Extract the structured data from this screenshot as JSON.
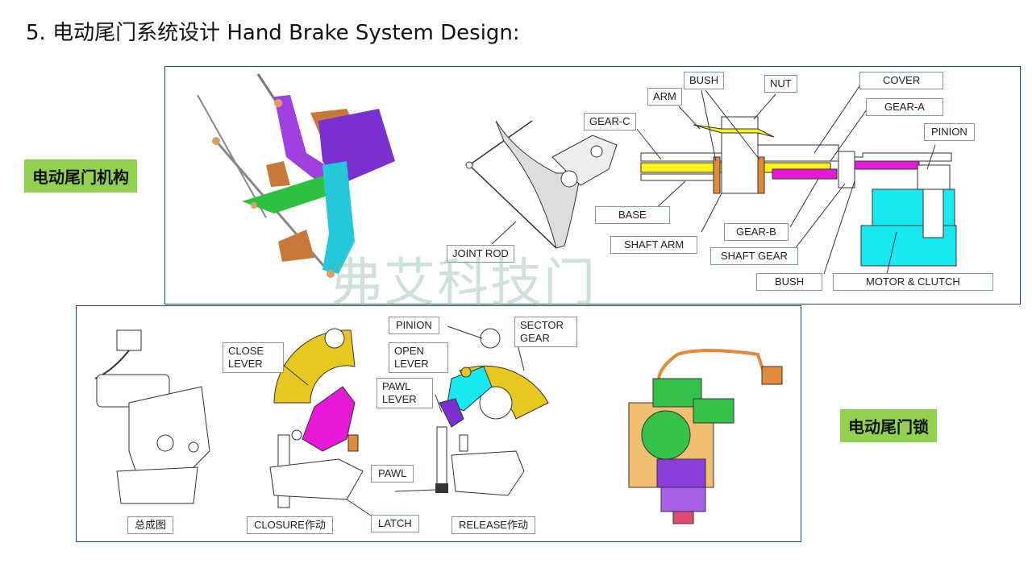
{
  "title": "5. 电动尾门系统设计 Hand Brake System Design:",
  "side_labels": {
    "mechanism": "电动尾门机构",
    "lock": "电动尾门锁"
  },
  "watermark": "弗艾科技门",
  "top_panel": {
    "labels": {
      "joint_rod": "JOINT ROD",
      "gear_c": "GEAR-C",
      "arm": "ARM",
      "bush_top": "BUSH",
      "nut": "NUT",
      "cover": "COVER",
      "gear_a": "GEAR-A",
      "pinion": "PINION",
      "base": "BASE",
      "shaft_arm": "SHAFT ARM",
      "gear_b": "GEAR-B",
      "shaft_gear": "SHAFT GEAR",
      "bush_bottom": "BUSH",
      "motor_clutch": "MOTOR & CLUTCH"
    }
  },
  "bottom_panel": {
    "labels": {
      "close_lever": "CLOSE LEVER",
      "pinion": "PINION",
      "sector_gear": "SECTOR GEAR",
      "open_lever": "OPEN LEVER",
      "pawl_lever": "PAWL LEVER",
      "pawl": "PAWL",
      "latch": "LATCH",
      "assembly": "总成图",
      "closure": "CLOSURE作动",
      "release": "RELEASE作动"
    }
  },
  "colors": {
    "label_green": "#92d050",
    "panel_border": "#1f4e5a",
    "yellow_part": "#f5f51a",
    "magenta_part": "#e619d6",
    "cyan_part": "#18e8f0",
    "green_part": "#34c24a",
    "purple_part": "#8a3fd8",
    "orange_part": "#e08a3a",
    "gold_gear": "#e8c820"
  }
}
